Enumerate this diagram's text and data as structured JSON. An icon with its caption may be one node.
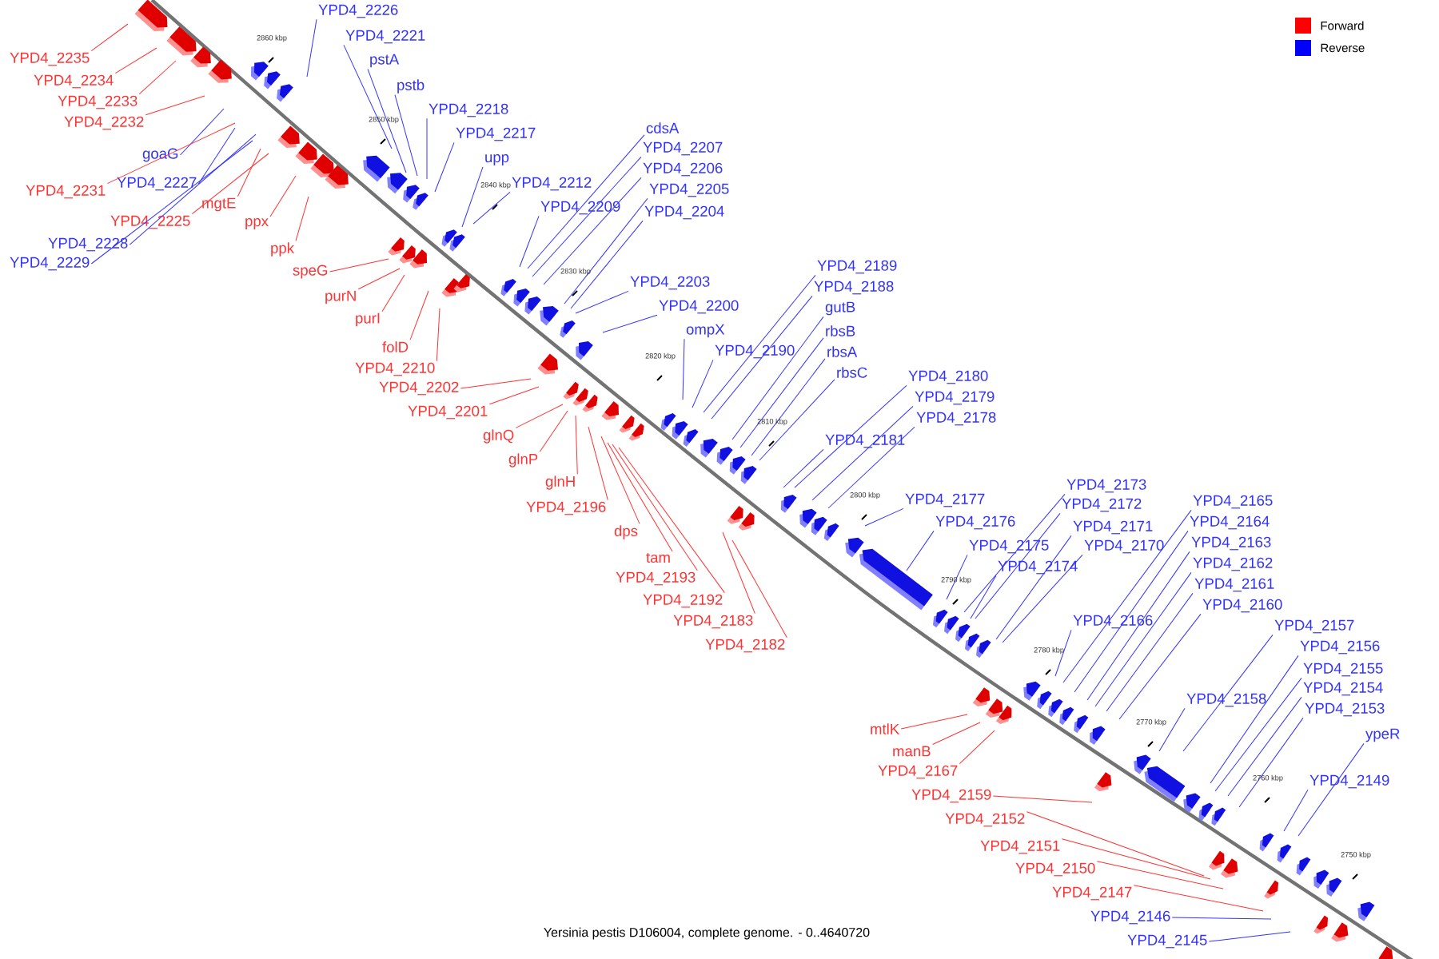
{
  "diagram": {
    "caption": "Yersinia pestis D106004, complete genome. - 0..4640720",
    "nodes": [
      {
        "text": [
          "YPD4_2235"
        ]
      },
      {
        "text": [
          "YPD4_2234"
        ]
      },
      {
        "text": [
          "YPD4_2233"
        ]
      },
      {
        "text": [
          "YPD4_2232"
        ]
      },
      {
        "text": [
          "goaG"
        ]
      },
      {
        "text": [
          "YPD4_2231"
        ]
      },
      {
        "text": [
          "YPD4_2227"
        ]
      },
      {
        "text": [
          "mgtE"
        ]
      },
      {
        "text": [
          "YPD4_2225"
        ]
      },
      {
        "text": [
          "ppx"
        ]
      },
      {
        "text": [
          "YPD4_2228"
        ]
      },
      {
        "text": [
          "ppk"
        ]
      },
      {
        "text": [
          "YPD4_2229"
        ]
      },
      {
        "text": [
          "speG"
        ]
      },
      {
        "text": [
          "purN"
        ]
      },
      {
        "text": [
          "purI"
        ]
      },
      {
        "text": [
          "folD"
        ]
      },
      {
        "text": [
          "YPD4_2210"
        ]
      },
      {
        "text": [
          "YPD4_2202"
        ]
      },
      {
        "text": [
          "YPD4_2201"
        ]
      },
      {
        "text": [
          "glnQ"
        ]
      },
      {
        "text": [
          "glnP"
        ]
      },
      {
        "text": [
          "glnH"
        ]
      },
      {
        "text": [
          "YPD4_2196"
        ]
      },
      {
        "text": [
          "dps"
        ]
      },
      {
        "text": [
          "tam"
        ]
      },
      {
        "text": [
          "YPD4_2193"
        ]
      },
      {
        "text": [
          "YPD4_2192"
        ]
      },
      {
        "text": [
          "YPD4_2183"
        ]
      },
      {
        "text": [
          "YPD4_2182"
        ]
      },
      {
        "text": [
          "YPD4_2226"
        ]
      },
      {
        "text": [
          "YPD4_2221"
        ]
      },
      {
        "text": [
          "pstA"
        ]
      },
      {
        "text": [
          "pstb"
        ]
      },
      {
        "text": [
          "YPD4_2218"
        ]
      },
      {
        "text": [
          "YPD4_2217"
        ]
      },
      {
        "text": [
          "upp"
        ]
      },
      {
        "text": [
          "YPD4_2212"
        ]
      },
      {
        "text": [
          "YPD4_2209"
        ]
      },
      {
        "text": [
          "cdsA"
        ]
      },
      {
        "text": [
          "YPD4_2207"
        ]
      },
      {
        "text": [
          "YPD4_2206"
        ]
      },
      {
        "text": [
          "YPD4_2205"
        ]
      },
      {
        "text": [
          "YPD4_2204"
        ]
      },
      {
        "text": [
          "YPD4_2203"
        ]
      },
      {
        "text": [
          "YPD4_2200"
        ]
      },
      {
        "text": [
          "ompX"
        ]
      },
      {
        "text": [
          "YPD4_2190"
        ]
      },
      {
        "text": [
          "YPD4_2189"
        ]
      },
      {
        "text": [
          "YPD4_2188"
        ]
      },
      {
        "text": [
          "gutB"
        ]
      },
      {
        "text": [
          "rbsB"
        ]
      },
      {
        "text": [
          "rbsA"
        ]
      },
      {
        "text": [
          "rbsC"
        ]
      },
      {
        "text": [
          "YPD4_2180"
        ]
      },
      {
        "text": [
          "YPD4_2179"
        ]
      },
      {
        "text": [
          "YPD4_2178"
        ]
      },
      {
        "text": [
          "YPD4_2181"
        ]
      },
      {
        "text": [
          "YPD4_2177"
        ]
      },
      {
        "text": [
          "YPD4_2176"
        ]
      },
      {
        "text": [
          "YPD4_2175"
        ]
      },
      {
        "text": [
          "YPD4_2174"
        ]
      },
      {
        "text": [
          "YPD4_2173"
        ]
      },
      {
        "text": [
          "YPD4_2172"
        ]
      },
      {
        "text": [
          "YPD4_2171"
        ]
      },
      {
        "text": [
          "YPD4_2170"
        ]
      },
      {
        "text": [
          "YPD4_2166"
        ]
      },
      {
        "text": [
          "YPD4_2165"
        ]
      },
      {
        "text": [
          "YPD4_2164"
        ]
      },
      {
        "text": [
          "YPD4_2163"
        ]
      },
      {
        "text": [
          "YPD4_2162"
        ]
      },
      {
        "text": [
          "YPD4_2161"
        ]
      },
      {
        "text": [
          "YPD4_2160"
        ]
      },
      {
        "text": [
          "YPD4_2157"
        ]
      },
      {
        "text": [
          "YPD4_2156"
        ]
      },
      {
        "text": [
          "YPD4_2155"
        ]
      },
      {
        "text": [
          "YPD4_2154"
        ]
      },
      {
        "text": [
          "YPD4_2153"
        ]
      },
      {
        "text": [
          "YPD4_2158"
        ]
      },
      {
        "text": [
          "ypeR"
        ]
      },
      {
        "text": [
          "YPD4_2149"
        ]
      },
      {
        "text": [
          "mtlK"
        ]
      },
      {
        "text": [
          "manB"
        ]
      },
      {
        "text": [
          "YPD4_2167"
        ]
      },
      {
        "text": [
          "YPD4_2159"
        ]
      },
      {
        "text": [
          "YPD4_2152"
        ]
      },
      {
        "text": [
          "YPD4_2151"
        ]
      },
      {
        "text": [
          "YPD4_2150"
        ]
      },
      {
        "text": [
          "YPD4_2147"
        ]
      },
      {
        "text": [
          "YPD4_2146"
        ]
      },
      {
        "text": [
          "YPD4_2145"
        ]
      }
    ],
    "edges": [
      {
        "from": 0,
        "to": null,
        "arrow": "none",
        "color": "#ff3333"
      },
      {
        "from": 1,
        "to": null,
        "arrow": "none",
        "color": "#ff3333"
      },
      {
        "from": 2,
        "to": null,
        "arrow": "none",
        "color": "#ff3333"
      },
      {
        "from": 3,
        "to": null,
        "arrow": "none",
        "color": "#ff3333"
      },
      {
        "from": 4,
        "to": null,
        "arrow": "none",
        "color": "#3333ff"
      },
      {
        "from": 5,
        "to": null,
        "arrow": "none",
        "color": "#ff3333"
      },
      {
        "from": 6,
        "to": null,
        "arrow": "none",
        "color": "#3333ff"
      },
      {
        "from": 7,
        "to": null,
        "arrow": "none",
        "color": "#ff3333"
      },
      {
        "from": 8,
        "to": null,
        "arrow": "none",
        "color": "#ff3333"
      },
      {
        "from": 9,
        "to": null,
        "arrow": "none",
        "color": "#ff3333"
      },
      {
        "from": 10,
        "to": null,
        "arrow": "none",
        "color": "#3333ff"
      },
      {
        "from": 11,
        "to": null,
        "arrow": "none",
        "color": "#ff3333"
      },
      {
        "from": 12,
        "to": null,
        "arrow": "none",
        "color": "#3333ff"
      },
      {
        "from": 13,
        "to": null,
        "arrow": "none",
        "color": "#ff3333"
      },
      {
        "from": 14,
        "to": null,
        "arrow": "none",
        "color": "#ff3333"
      },
      {
        "from": 15,
        "to": null,
        "arrow": "none",
        "color": "#ff3333"
      },
      {
        "from": 16,
        "to": null,
        "arrow": "none",
        "color": "#ff3333"
      },
      {
        "from": 17,
        "to": null,
        "arrow": "none",
        "color": "#ff3333"
      },
      {
        "from": 18,
        "to": null,
        "arrow": "none",
        "color": "#ff3333"
      },
      {
        "from": 19,
        "to": null,
        "arrow": "none",
        "color": "#ff3333"
      },
      {
        "from": 20,
        "to": null,
        "arrow": "none",
        "color": "#ff3333"
      },
      {
        "from": 21,
        "to": null,
        "arrow": "none",
        "color": "#ff3333"
      },
      {
        "from": 22,
        "to": null,
        "arrow": "none",
        "color": "#ff3333"
      },
      {
        "from": 23,
        "to": null,
        "arrow": "none",
        "color": "#ff3333"
      },
      {
        "from": 24,
        "to": null,
        "arrow": "none",
        "color": "#ff3333"
      },
      {
        "from": 25,
        "to": null,
        "arrow": "none",
        "color": "#ff3333"
      },
      {
        "from": 26,
        "to": null,
        "arrow": "none",
        "color": "#ff3333"
      },
      {
        "from": 27,
        "to": null,
        "arrow": "none",
        "color": "#ff3333"
      },
      {
        "from": 28,
        "to": null,
        "arrow": "none",
        "color": "#ff3333"
      },
      {
        "from": 29,
        "to": null,
        "arrow": "none",
        "color": "#ff3333"
      },
      {
        "from": 30,
        "to": null,
        "arrow": "none",
        "color": "#3333ff"
      },
      {
        "from": 31,
        "to": null,
        "arrow": "none",
        "color": "#3333ff"
      },
      {
        "from": 32,
        "to": null,
        "arrow": "none",
        "color": "#3333ff"
      },
      {
        "from": 33,
        "to": null,
        "arrow": "none",
        "color": "#3333ff"
      },
      {
        "from": 34,
        "to": null,
        "arrow": "none",
        "color": "#3333ff"
      },
      {
        "from": 35,
        "to": null,
        "arrow": "none",
        "color": "#3333ff"
      },
      {
        "from": 36,
        "to": null,
        "arrow": "none",
        "color": "#3333ff"
      },
      {
        "from": 37,
        "to": null,
        "arrow": "none",
        "color": "#3333ff"
      },
      {
        "from": 38,
        "to": null,
        "arrow": "none",
        "color": "#3333ff"
      },
      {
        "from": 39,
        "to": null,
        "arrow": "none",
        "color": "#3333ff"
      },
      {
        "from": 40,
        "to": null,
        "arrow": "none",
        "color": "#3333ff"
      },
      {
        "from": 41,
        "to": null,
        "arrow": "none",
        "color": "#3333ff"
      },
      {
        "from": 42,
        "to": null,
        "arrow": "none",
        "color": "#3333ff"
      },
      {
        "from": 43,
        "to": null,
        "arrow": "none",
        "color": "#3333ff"
      },
      {
        "from": 44,
        "to": null,
        "arrow": "none",
        "color": "#3333ff"
      },
      {
        "from": 45,
        "to": null,
        "arrow": "none",
        "color": "#3333ff"
      },
      {
        "from": 46,
        "to": null,
        "arrow": "none",
        "color": "#3333ff"
      },
      {
        "from": 47,
        "to": null,
        "arrow": "none",
        "color": "#3333ff"
      },
      {
        "from": 48,
        "to": null,
        "arrow": "none",
        "color": "#3333ff"
      },
      {
        "from": 49,
        "to": null,
        "arrow": "none",
        "color": "#3333ff"
      },
      {
        "from": 50,
        "to": null,
        "arrow": "none",
        "color": "#3333ff"
      },
      {
        "from": 51,
        "to": null,
        "arrow": "none",
        "color": "#3333ff"
      },
      {
        "from": 52,
        "to": null,
        "arrow": "none",
        "color": "#3333ff"
      },
      {
        "from": 53,
        "to": null,
        "arrow": "none",
        "color": "#3333ff"
      },
      {
        "from": 54,
        "to": null,
        "arrow": "none",
        "color": "#3333ff"
      },
      {
        "from": 55,
        "to": null,
        "arrow": "none",
        "color": "#3333ff"
      },
      {
        "from": 56,
        "to": null,
        "arrow": "none",
        "color": "#3333ff"
      },
      {
        "from": 57,
        "to": null,
        "arrow": "none",
        "color": "#3333ff"
      },
      {
        "from": 58,
        "to": null,
        "arrow": "none",
        "color": "#3333ff"
      },
      {
        "from": 59,
        "to": null,
        "arrow": "none",
        "color": "#3333ff"
      },
      {
        "from": 60,
        "to": null,
        "arrow": "none",
        "color": "#3333ff"
      },
      {
        "from": 61,
        "to": null,
        "arrow": "none",
        "color": "#3333ff"
      },
      {
        "from": 62,
        "to": null,
        "arrow": "none",
        "color": "#3333ff"
      },
      {
        "from": 63,
        "to": null,
        "arrow": "none",
        "color": "#3333ff"
      },
      {
        "from": 64,
        "to": null,
        "arrow": "none",
        "color": "#3333ff"
      },
      {
        "from": 65,
        "to": null,
        "arrow": "none",
        "color": "#3333ff"
      },
      {
        "from": 66,
        "to": null,
        "arrow": "none",
        "color": "#3333ff"
      },
      {
        "from": 67,
        "to": null,
        "arrow": "none",
        "color": "#3333ff"
      },
      {
        "from": 68,
        "to": null,
        "arrow": "none",
        "color": "#3333ff"
      },
      {
        "from": 69,
        "to": null,
        "arrow": "none",
        "color": "#3333ff"
      },
      {
        "from": 70,
        "to": null,
        "arrow": "none",
        "color": "#3333ff"
      },
      {
        "from": 71,
        "to": null,
        "arrow": "none",
        "color": "#3333ff"
      },
      {
        "from": 72,
        "to": null,
        "arrow": "none",
        "color": "#3333ff"
      },
      {
        "from": 73,
        "to": null,
        "arrow": "none",
        "color": "#3333ff"
      },
      {
        "from": 74,
        "to": null,
        "arrow": "none",
        "color": "#3333ff"
      },
      {
        "from": 75,
        "to": null,
        "arrow": "none",
        "color": "#3333ff"
      },
      {
        "from": 76,
        "to": null,
        "arrow": "none",
        "color": "#3333ff"
      },
      {
        "from": 77,
        "to": null,
        "arrow": "none",
        "color": "#3333ff"
      },
      {
        "from": 78,
        "to": null,
        "arrow": "none",
        "color": "#3333ff"
      },
      {
        "from": 79,
        "to": null,
        "arrow": "none",
        "color": "#3333ff"
      },
      {
        "from": 80,
        "to": null,
        "arrow": "none",
        "color": "#3333ff"
      },
      {
        "from": 81,
        "to": null,
        "arrow": "none",
        "color": "#ff3333"
      },
      {
        "from": 82,
        "to": null,
        "arrow": "none",
        "color": "#ff3333"
      },
      {
        "from": 83,
        "to": null,
        "arrow": "none",
        "color": "#ff3333"
      },
      {
        "from": 84,
        "to": null,
        "arrow": "none",
        "color": "#ff3333"
      },
      {
        "from": 85,
        "to": null,
        "arrow": "none",
        "color": "#ff3333"
      },
      {
        "from": 86,
        "to": null,
        "arrow": "none",
        "color": "#ff3333"
      },
      {
        "from": 87,
        "to": null,
        "arrow": "none",
        "color": "#ff3333"
      },
      {
        "from": 88,
        "to": null,
        "arrow": "none",
        "color": "#ff3333"
      },
      {
        "from": 89,
        "to": null,
        "arrow": "none",
        "color": "#3333ff"
      },
      {
        "from": 90,
        "to": null,
        "arrow": "none",
        "color": "#3333ff"
      }
    ],
    "labels": [
      "2860 kbp",
      "2850 kbp",
      "2840 kbp",
      "2830 kbp",
      "2820 kbp",
      "2810 kbp",
      "2800 kbp",
      "2790 kbp",
      "2780 kbp",
      "2770 kbp",
      "2760 kbp",
      "2750 kbp"
    ],
    "legend": [
      {
        "text": "Forward",
        "color": "#ff0000"
      },
      {
        "text": "Reverse",
        "color": "#0000ff"
      }
    ]
  }
}
